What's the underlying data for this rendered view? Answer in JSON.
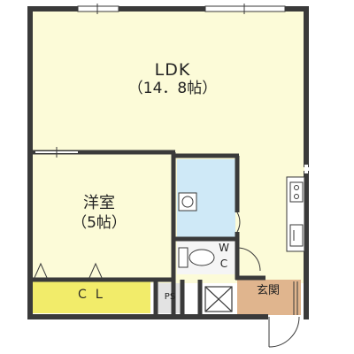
{
  "rooms": {
    "ldk": {
      "name": "LDK",
      "size": "（14．8帖）"
    },
    "western_room": {
      "name": "洋室",
      "size": "（5帖）"
    },
    "closet": {
      "label": "ＣＬ"
    },
    "pipe_space": {
      "label": "PS"
    },
    "entrance": {
      "label": "玄関"
    },
    "toilet": {
      "w": "W",
      "c": "C"
    }
  },
  "colors": {
    "wall": "#3a3a3a",
    "room_fill": "#fcfbd8",
    "closet_fill": "#f2ec6a",
    "bath_fill": "#cfe9f7",
    "entrance_fill": "#e0b58e",
    "pipe_space_fill": "#e3e3e3"
  },
  "icons": [
    "door-swing-icon",
    "sink-icon",
    "toilet-icon",
    "kitchen-sink-icon",
    "stove-icon",
    "window-icon"
  ]
}
